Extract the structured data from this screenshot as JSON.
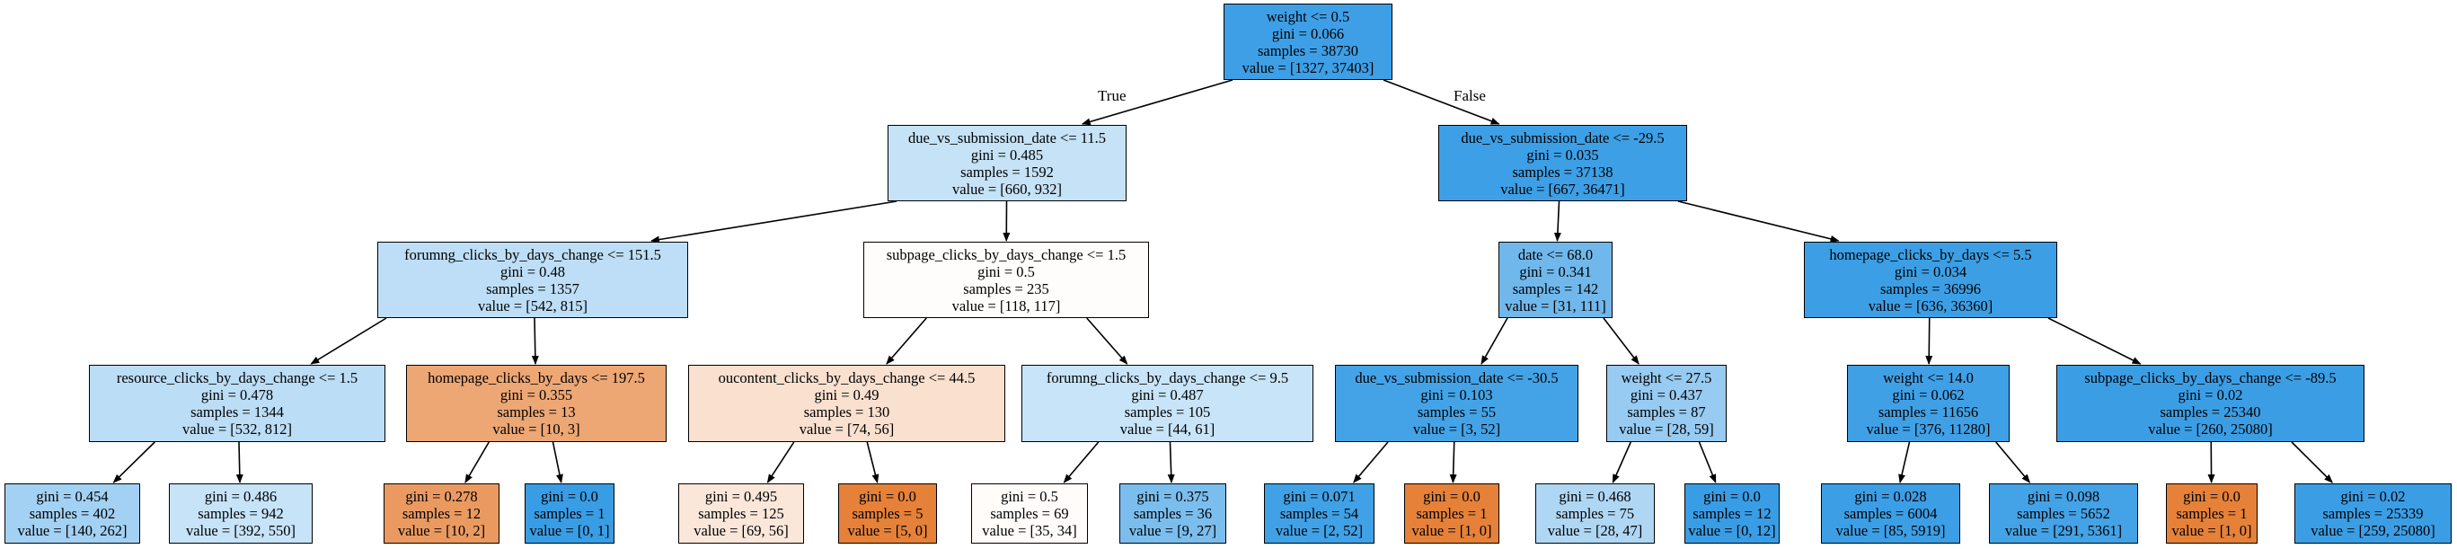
{
  "colors": {
    "blue": "#399de5",
    "orange": "#e58139",
    "white": "#ffffff",
    "edge": "#000000"
  },
  "edge_labels": {
    "true_label": "True",
    "false_label": "False"
  },
  "nodes": [
    {
      "id": "n0",
      "lines": [
        "weight <= 0.5",
        "gini = 0.066",
        "samples = 38730",
        "value = [1327, 37403]"
      ],
      "fill": "#3e9fe6"
    },
    {
      "id": "n1",
      "lines": [
        "due_vs_submission_date <= 11.5",
        "gini = 0.485",
        "samples = 1592",
        "value = [660, 932]"
      ],
      "fill": "#c5e2f7"
    },
    {
      "id": "n2",
      "lines": [
        "due_vs_submission_date <= -29.5",
        "gini = 0.035",
        "samples = 37138",
        "value = [667, 36471]"
      ],
      "fill": "#3d9fe5"
    },
    {
      "id": "n3",
      "lines": [
        "forumng_clicks_by_days_change <= 151.5",
        "gini = 0.48",
        "samples = 1357",
        "value = [542, 815]"
      ],
      "fill": "#bddef6"
    },
    {
      "id": "n4",
      "lines": [
        "subpage_clicks_by_days_change <= 1.5",
        "gini = 0.5",
        "samples = 235",
        "value = [118, 117]"
      ],
      "fill": "#fffdfc"
    },
    {
      "id": "n5",
      "lines": [
        "date <= 68.0",
        "gini = 0.341",
        "samples = 142",
        "value = [31, 111]"
      ],
      "fill": "#70b8ec"
    },
    {
      "id": "n6",
      "lines": [
        "homepage_clicks_by_days <= 5.5",
        "gini = 0.034",
        "samples = 36996",
        "value = [636, 36360]"
      ],
      "fill": "#3c9fe5"
    },
    {
      "id": "n7",
      "lines": [
        "resource_clicks_by_days_change <= 1.5",
        "gini = 0.478",
        "samples = 1344",
        "value = [532, 812]"
      ],
      "fill": "#bbddf6"
    },
    {
      "id": "n8",
      "lines": [
        "homepage_clicks_by_days <= 197.5",
        "gini = 0.355",
        "samples = 13",
        "value = [10, 3]"
      ],
      "fill": "#eda774"
    },
    {
      "id": "n9",
      "lines": [
        "oucontent_clicks_by_days_change <= 44.5",
        "gini = 0.49",
        "samples = 130",
        "value = [74, 56]"
      ],
      "fill": "#f9e0cf"
    },
    {
      "id": "n10",
      "lines": [
        "forumng_clicks_by_days_change <= 9.5",
        "gini = 0.487",
        "samples = 105",
        "value = [44, 61]"
      ],
      "fill": "#c8e4f8"
    },
    {
      "id": "n11",
      "lines": [
        "due_vs_submission_date <= -30.5",
        "gini = 0.103",
        "samples = 55",
        "value = [3, 52]"
      ],
      "fill": "#44a3e6"
    },
    {
      "id": "n12",
      "lines": [
        "weight <= 27.5",
        "gini = 0.437",
        "samples = 87",
        "value = [28, 59]"
      ],
      "fill": "#97cbf1"
    },
    {
      "id": "n13",
      "lines": [
        "weight <= 14.0",
        "gini = 0.062",
        "samples = 11656",
        "value = [376, 11280]"
      ],
      "fill": "#40a0e6"
    },
    {
      "id": "n14",
      "lines": [
        "subpage_clicks_by_days_change <= -89.5",
        "gini = 0.02",
        "samples = 25340",
        "value = [260, 25080]"
      ],
      "fill": "#3b9ee5"
    },
    {
      "id": "n15",
      "lines": [
        "gini = 0.454",
        "samples = 402",
        "value = [140, 262]"
      ],
      "fill": "#a3d1f3"
    },
    {
      "id": "n16",
      "lines": [
        "gini = 0.486",
        "samples = 942",
        "value = [392, 550]"
      ],
      "fill": "#c6e3f8"
    },
    {
      "id": "n17",
      "lines": [
        "gini = 0.278",
        "samples = 12",
        "value = [10, 2]"
      ],
      "fill": "#ea9a61"
    },
    {
      "id": "n18",
      "lines": [
        "gini = 0.0",
        "samples = 1",
        "value = [0, 1]"
      ],
      "fill": "#399de5"
    },
    {
      "id": "n19",
      "lines": [
        "gini = 0.495",
        "samples = 125",
        "value = [69, 56]"
      ],
      "fill": "#fae7da"
    },
    {
      "id": "n20",
      "lines": [
        "gini = 0.0",
        "samples = 5",
        "value = [5, 0]"
      ],
      "fill": "#e58139"
    },
    {
      "id": "n21",
      "lines": [
        "gini = 0.5",
        "samples = 69",
        "value = [35, 34]"
      ],
      "fill": "#fffcfa"
    },
    {
      "id": "n22",
      "lines": [
        "gini = 0.375",
        "samples = 36",
        "value = [9, 27]"
      ],
      "fill": "#7bbeee"
    },
    {
      "id": "n23",
      "lines": [
        "gini = 0.071",
        "samples = 54",
        "value = [2, 52]"
      ],
      "fill": "#41a1e6"
    },
    {
      "id": "n24",
      "lines": [
        "gini = 0.0",
        "samples = 1",
        "value = [1, 0]"
      ],
      "fill": "#e58139"
    },
    {
      "id": "n25",
      "lines": [
        "gini = 0.468",
        "samples = 75",
        "value = [28, 47]"
      ],
      "fill": "#afd7f4"
    },
    {
      "id": "n26",
      "lines": [
        "gini = 0.0",
        "samples = 12",
        "value = [0, 12]"
      ],
      "fill": "#399de5"
    },
    {
      "id": "n27",
      "lines": [
        "gini = 0.028",
        "samples = 6004",
        "value = [85, 5919]"
      ],
      "fill": "#3c9ee5"
    },
    {
      "id": "n28",
      "lines": [
        "gini = 0.098",
        "samples = 5652",
        "value = [291, 5361]"
      ],
      "fill": "#44a2e6"
    },
    {
      "id": "n29",
      "lines": [
        "gini = 0.0",
        "samples = 1",
        "value = [1, 0]"
      ],
      "fill": "#e58139"
    },
    {
      "id": "n30",
      "lines": [
        "gini = 0.02",
        "samples = 25339",
        "value = [259, 25080]"
      ],
      "fill": "#3b9ee5"
    }
  ],
  "edges": [
    [
      "n0",
      "n1"
    ],
    [
      "n0",
      "n2"
    ],
    [
      "n1",
      "n3"
    ],
    [
      "n1",
      "n4"
    ],
    [
      "n2",
      "n5"
    ],
    [
      "n2",
      "n6"
    ],
    [
      "n3",
      "n7"
    ],
    [
      "n3",
      "n8"
    ],
    [
      "n4",
      "n9"
    ],
    [
      "n4",
      "n10"
    ],
    [
      "n5",
      "n11"
    ],
    [
      "n5",
      "n12"
    ],
    [
      "n6",
      "n13"
    ],
    [
      "n6",
      "n14"
    ],
    [
      "n7",
      "n15"
    ],
    [
      "n7",
      "n16"
    ],
    [
      "n8",
      "n17"
    ],
    [
      "n8",
      "n18"
    ],
    [
      "n9",
      "n19"
    ],
    [
      "n9",
      "n20"
    ],
    [
      "n10",
      "n21"
    ],
    [
      "n10",
      "n22"
    ],
    [
      "n11",
      "n23"
    ],
    [
      "n11",
      "n24"
    ],
    [
      "n12",
      "n25"
    ],
    [
      "n12",
      "n26"
    ],
    [
      "n13",
      "n27"
    ],
    [
      "n13",
      "n28"
    ],
    [
      "n14",
      "n29"
    ],
    [
      "n14",
      "n30"
    ]
  ]
}
